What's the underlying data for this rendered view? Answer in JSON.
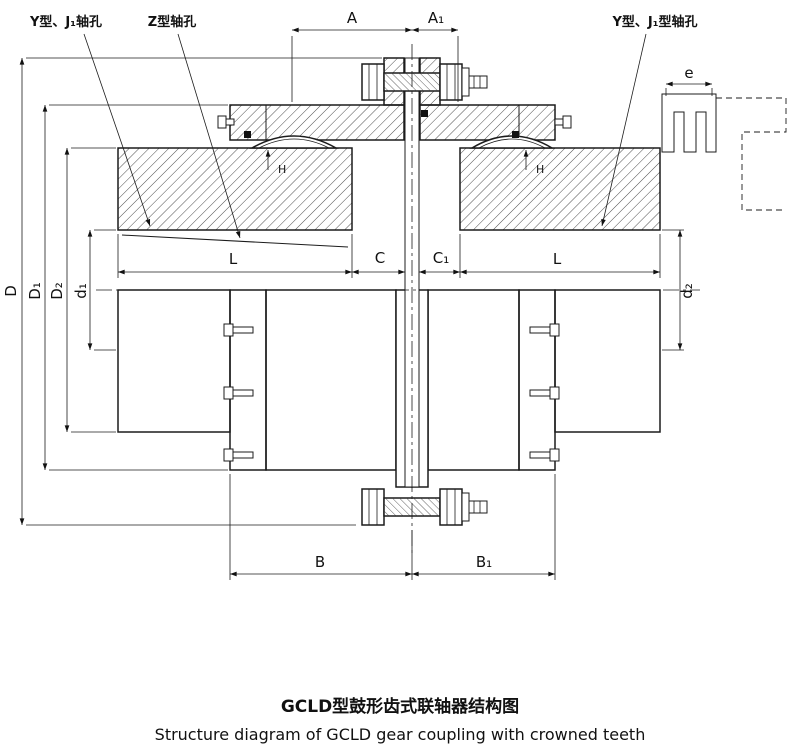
{
  "colors": {
    "line": "#1c1c1c",
    "background": "#ffffff"
  },
  "annotations": {
    "left_shaft_hole": "Y型、J₁轴孔",
    "taper_shaft_hole": "Z型轴孔",
    "right_shaft_hole": "Y型、J₁型轴孔"
  },
  "dimensions": {
    "A": "A",
    "A1": "A₁",
    "B": "B",
    "B1": "B₁",
    "C": "C",
    "C1": "C₁",
    "D": "D",
    "D1": "D₁",
    "D2": "D₂",
    "d1": "d₁",
    "d2": "d₂",
    "L_left": "L",
    "L_right": "L",
    "e": "e",
    "H_left": "H",
    "H_right": "H"
  },
  "captions": {
    "zh": "GCLD型鼓形齿式联轴器结构图",
    "en": "Structure diagram of GCLD gear coupling with crowned teeth"
  }
}
